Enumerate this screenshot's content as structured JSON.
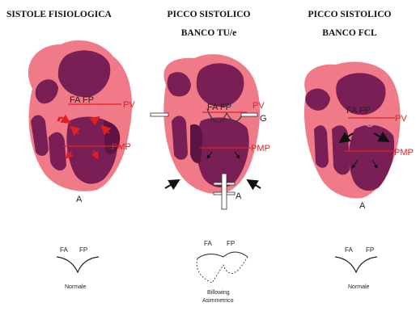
{
  "panels": [
    {
      "title_line1": "SISTOLE FISIOLOGICA",
      "title_line2": "",
      "label_fa_fp": "FA  FP",
      "label_pv": "PV",
      "label_pmp": "PMP",
      "label_a": "A",
      "icon_label_fa": "FA",
      "icon_label_fp": "FP",
      "caption_line1": "Normale",
      "caption_line2": ""
    },
    {
      "title_line1": "PICCO SISTOLICO",
      "title_line2": "BANCO TU/e",
      "label_fa_fp": "FA  FP",
      "label_pv": "PV",
      "label_g": "G",
      "label_pmp": "PMP",
      "label_a": "A",
      "icon_label_fa": "FA",
      "icon_label_fp": "FP",
      "caption_line1": "Billowing",
      "caption_line2": "Asimmetrico"
    },
    {
      "title_line1": "PICCO SISTOLICO",
      "title_line2": "BANCO FCL",
      "label_fa_fp": "FA  FP",
      "label_pv": "PV",
      "label_pmp": "PMP",
      "label_a": "A",
      "icon_label_fa": "FA",
      "icon_label_fp": "FP",
      "caption_line1": "Normale",
      "caption_line2": ""
    }
  ],
  "colors": {
    "heart_outer": "#f07a88",
    "heart_chamber": "#7a1f55",
    "heart_chamber_dark": "#5e1442",
    "annotation_red": "#e02020"
  }
}
